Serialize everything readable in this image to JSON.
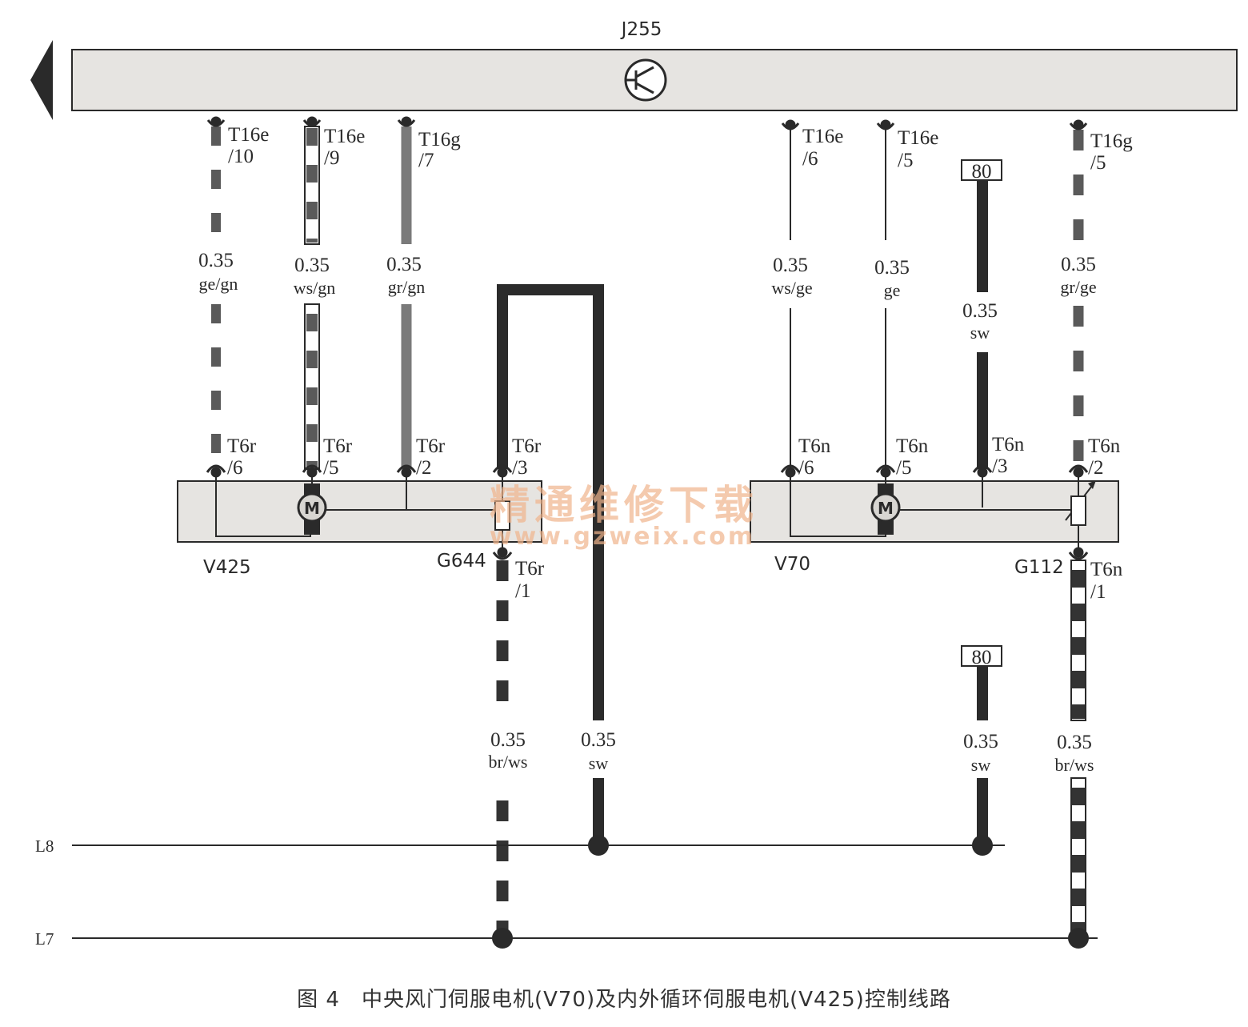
{
  "control_unit": {
    "id": "J255"
  },
  "rails": {
    "l8": "L8",
    "l7": "L7"
  },
  "components": {
    "v425": "V425",
    "g644": "G644",
    "v70": "V70",
    "g112": "G112",
    "motor_symbol": "M"
  },
  "fuse_label": "80",
  "pins": {
    "t16e_10": [
      "T16e",
      "/10"
    ],
    "t16e_9": [
      "T16e",
      "/9"
    ],
    "t16g_7": [
      "T16g",
      "/7"
    ],
    "t16e_6": [
      "T16e",
      "/6"
    ],
    "t16e_5": [
      "T16e",
      "/5"
    ],
    "t16g_5": [
      "T16g",
      "/5"
    ],
    "t6r_6": [
      "T6r",
      "/6"
    ],
    "t6r_5": [
      "T6r",
      "/5"
    ],
    "t6r_2": [
      "T6r",
      "/2"
    ],
    "t6r_3": [
      "T6r",
      "/3"
    ],
    "t6r_1": [
      "T6r",
      "/1"
    ],
    "t6n_6": [
      "T6n",
      "/6"
    ],
    "t6n_5": [
      "T6n",
      "/5"
    ],
    "t6n_3": [
      "T6n",
      "/3"
    ],
    "t6n_2": [
      "T6n",
      "/2"
    ],
    "t6n_1": [
      "T6n",
      "/1"
    ]
  },
  "wires": {
    "w1": {
      "gauge": "0.35",
      "color": "ge/gn"
    },
    "w2": {
      "gauge": "0.35",
      "color": "ws/gn"
    },
    "w3": {
      "gauge": "0.35",
      "color": "gr/gn"
    },
    "w4": {
      "gauge": "0.35",
      "color": "ws/ge"
    },
    "w5": {
      "gauge": "0.35",
      "color": "ge"
    },
    "w6": {
      "gauge": "0.35",
      "color": "sw"
    },
    "w7": {
      "gauge": "0.35",
      "color": "gr/ge"
    },
    "w8": {
      "gauge": "0.35",
      "color": "br/ws"
    },
    "w9": {
      "gauge": "0.35",
      "color": "sw"
    },
    "w10": {
      "gauge": "0.35",
      "color": "sw"
    },
    "w11": {
      "gauge": "0.35",
      "color": "br/ws"
    }
  },
  "watermark": {
    "line1": "精通维修下载",
    "line2": "www.gzweix.com"
  },
  "caption": "图 4　中央风门伺服电机(V70)及内外循环伺服电机(V425)控制线路",
  "colors": {
    "line": "#2a2a2a",
    "box_fill": "#e6e4e1",
    "gray_wire": "#5a5a5a",
    "dark_wire": "#2b2b2b",
    "watermark": "#f0b48c"
  }
}
